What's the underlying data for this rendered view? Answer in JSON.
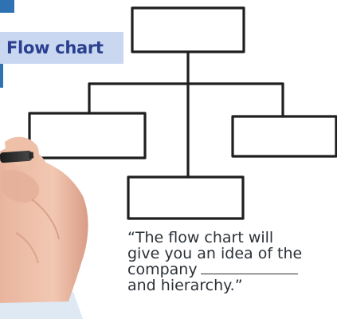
{
  "title": "Flow chart",
  "quote": {
    "line1": "“The flow chart will",
    "line2": "give you an idea of the",
    "line3": "company",
    "line4": "and hierarchy.”"
  },
  "colors": {
    "accent_blue": "#2f72b4",
    "title_box": "#c9d8f0",
    "title_text": "#2a3f8f",
    "chart_ink": "#1f1f1f"
  },
  "icons": {
    "marker": "marker-pen-icon",
    "hand": "hand-illustration"
  }
}
